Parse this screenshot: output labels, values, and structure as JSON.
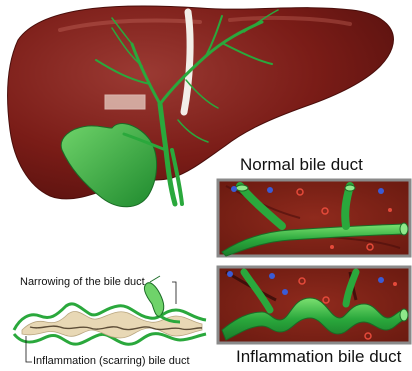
{
  "labels": {
    "normal_title": "Normal bile duct",
    "inflammation_title": "Inflammation bile duct",
    "narrowing_label": "Narrowing of the bile duct",
    "scarring_label": "Inflammation (scarring) bile duct"
  },
  "colors": {
    "liver": "#7a1c17",
    "liver_highlight": "#9b3a33",
    "bile_green": "#27a13a",
    "bile_light": "#6fd36a",
    "tissue": "#7c1f14",
    "panel_border": "#8a8a8a",
    "scar_tissue": "#e8d8b5"
  },
  "icons": [
    "liver-illustration",
    "gallbladder",
    "bile-duct-tree",
    "red-blood-cell",
    "blue-cell"
  ]
}
